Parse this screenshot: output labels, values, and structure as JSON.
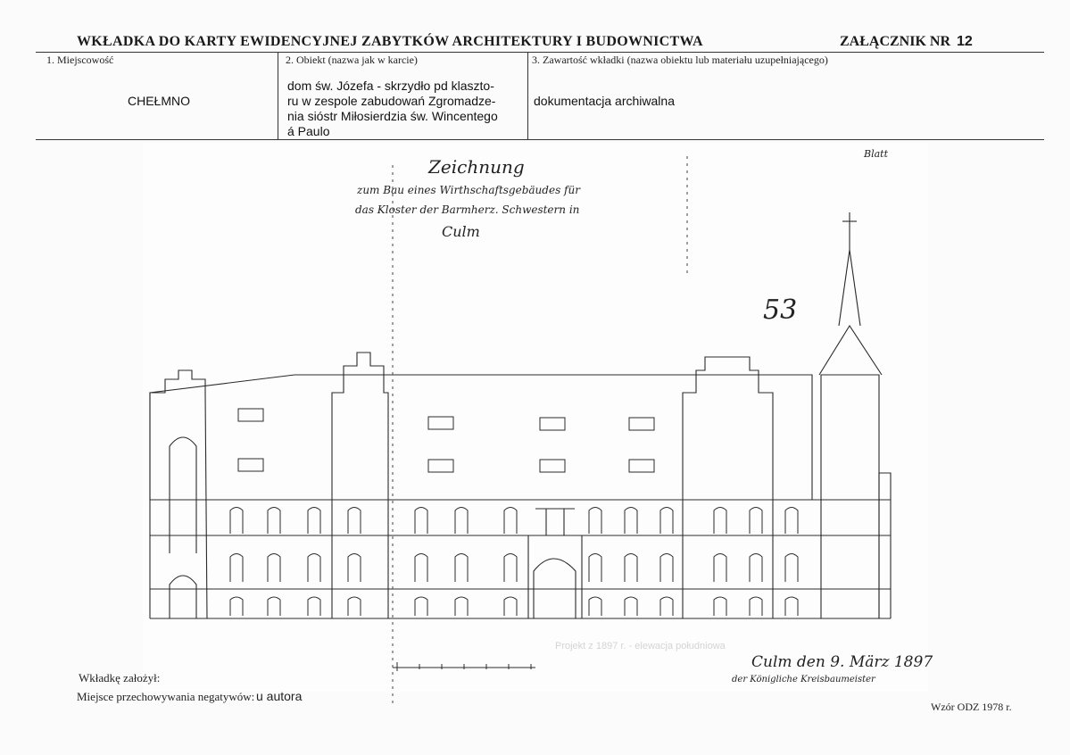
{
  "header": {
    "title": "WKŁADKA DO KARTY EWIDENCYJNEJ ZABYTKÓW ARCHITEKTURY I BUDOWNICTWA",
    "annex_label": "ZAŁĄCZNIK NR",
    "annex_number": "12"
  },
  "fields": {
    "locality": {
      "label": "1.   Miejscowość",
      "value": "CHEŁMNO"
    },
    "object": {
      "label": "2.    Obiekt (nazwa jak w karcie)",
      "value_lines": [
        "dom św. Józefa - skrzydło pd klaszto-",
        "ru w zespole zabudowań Zgromadze-",
        "nia sióstr Miłosierdzia św. Wincentego",
        "á Paulo"
      ]
    },
    "content": {
      "label": "3. Zawartość wkładki (nazwa obiektu lub materiału uzupełniającego)",
      "value": "dokumentacja archiwalna"
    }
  },
  "drawing": {
    "title_line1": "Zeichnung",
    "title_line2": "zum Bau eines Wirthschaftsgebäudes für",
    "title_line3": "das Kloster der Barmherz. Schwestern in",
    "title_line4": "Culm",
    "archive_number": "53",
    "corner_mark": "Blatt",
    "date_signature": "Culm den 9. März 1897",
    "signature_line": "der Königliche Kreisbaumeister",
    "faint_caption": "Projekt z 1897 r. - elewacja południowa"
  },
  "footer": {
    "made_by_label": "Wkładkę założył:",
    "storage_label": "Miejsce przechowywania negatywów:",
    "storage_value": "u autora",
    "form_code": "Wzór ODZ 1978 r."
  }
}
